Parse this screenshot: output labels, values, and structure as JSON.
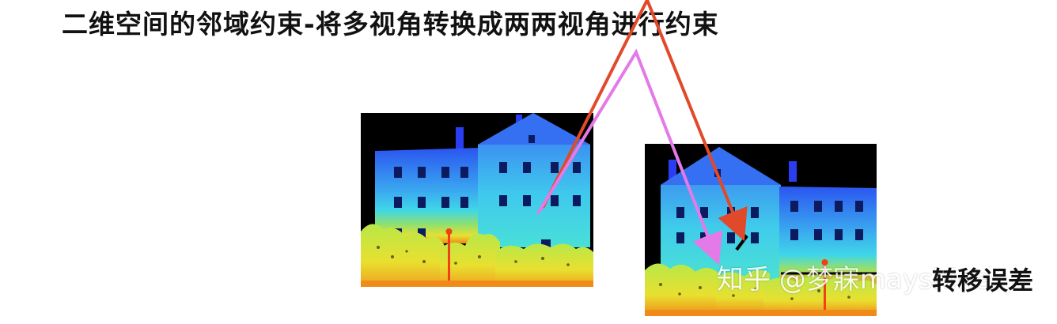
{
  "title": "二维空间的邻域约束-将多视角转换成两两视角进行约束",
  "caption": "转移误差",
  "watermark": "知乎 @梦寐mayshine",
  "colors": {
    "arrow_red": "#e04a2a",
    "arrow_pink": "#e47ae8",
    "depth_far": "#2b3df0",
    "depth_mid": "#3fd0f0",
    "depth_near": "#f0a020"
  },
  "icons": {
    "left_image": "building-depth-map-icon",
    "right_image": "building-depth-map-icon"
  }
}
